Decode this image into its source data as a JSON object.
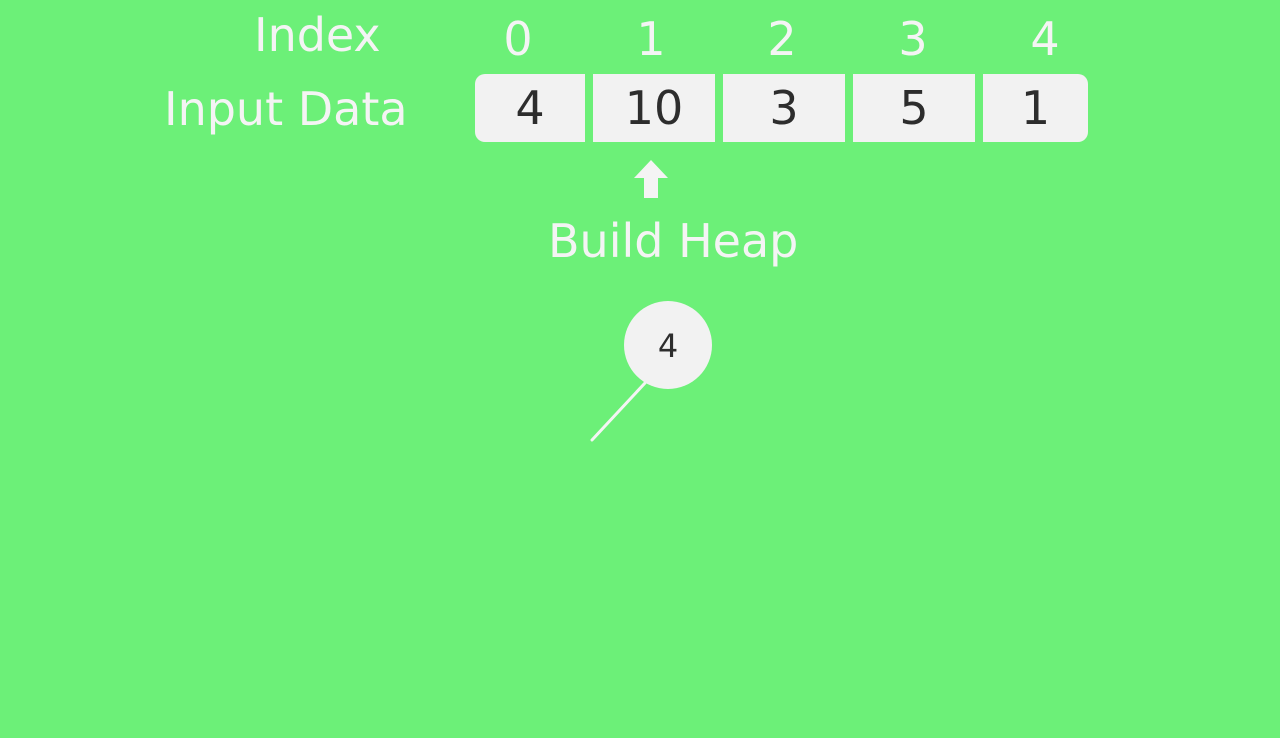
{
  "labels": {
    "index": "Index",
    "input_data": "Input Data",
    "build_heap": "Build Heap"
  },
  "indices": [
    "0",
    "1",
    "2",
    "3",
    "4"
  ],
  "values": [
    "4",
    "10",
    "3",
    "5",
    "1"
  ],
  "tree": {
    "root_value": "4"
  },
  "colors": {
    "background": "#6cf078",
    "cell": "#f2f2f2",
    "text_light": "#f4f4f4",
    "text_dark": "#2d2d2d"
  }
}
